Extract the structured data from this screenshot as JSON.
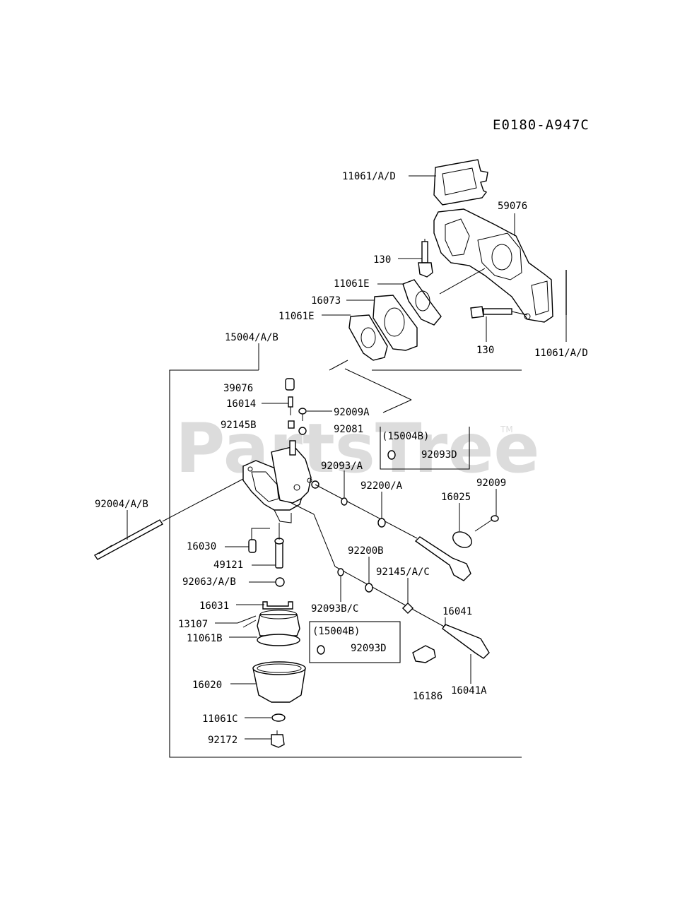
{
  "diagram_code": "E0180-A947C",
  "watermark": {
    "text": "PartsTree",
    "trademark": "TM"
  },
  "labels": {
    "p11061_A_D_top": "11061/A/D",
    "p59076": "59076",
    "p130_top": "130",
    "p11061E_a": "11061E",
    "p16073": "16073",
    "p11061E_b": "11061E",
    "p130_bottom": "130",
    "p11061_A_D_right": "11061/A/D",
    "p15004_A_B": "15004/A/B",
    "p39076": "39076",
    "p16014": "16014",
    "p92009A": "92009A",
    "p92145B": "92145B",
    "p92081": "92081",
    "p92093_A": "92093/A",
    "p92200_A": "92200/A",
    "p92009": "92009",
    "p16025": "16025",
    "p92004_A_B": "92004/A/B",
    "p16030": "16030",
    "p49121": "49121",
    "p92063_A_B": "92063/A/B",
    "p92200B": "92200B",
    "p92145_A_C": "92145/A/C",
    "p92093B_C": "92093B/C",
    "p16041": "16041",
    "p16031": "16031",
    "p13107": "13107",
    "p11061B": "11061B",
    "p16020": "16020",
    "p11061C": "11061C",
    "p92172": "92172",
    "p16186": "16186",
    "p16041A": "16041A"
  },
  "callout_boxes": [
    {
      "heading": "(15004B)",
      "part": "92093D"
    },
    {
      "heading": "(15004B)",
      "part": "92093D"
    }
  ]
}
